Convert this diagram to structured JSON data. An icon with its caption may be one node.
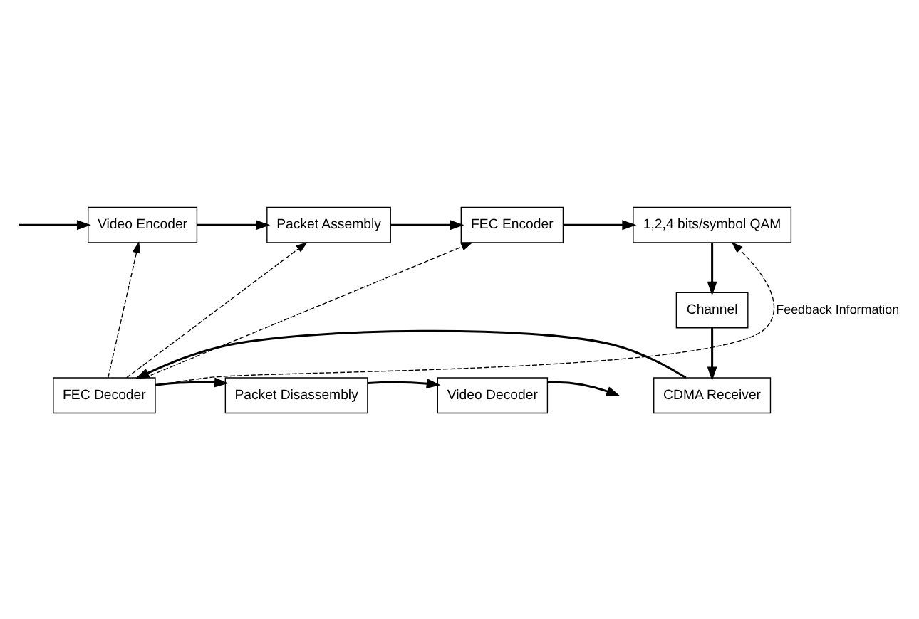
{
  "diagram": {
    "nodes": [
      {
        "text": [
          "Video Encoder"
        ]
      },
      {
        "text": [
          "Packet Assembly"
        ]
      },
      {
        "text": [
          "FEC Encoder"
        ]
      },
      {
        "text": [
          "1,2,4 bits/symbol QAM"
        ]
      },
      {
        "text": [
          "Channel"
        ]
      },
      {
        "text": [
          "CDMA Receiver"
        ]
      },
      {
        "text": [
          "FEC Decoder"
        ]
      },
      {
        "text": [
          "Packet Disassembly"
        ]
      },
      {
        "text": [
          "Video Decoder"
        ]
      }
    ],
    "edges": [
      {
        "from": null,
        "to": 0,
        "arrow": "to"
      },
      {
        "from": 0,
        "to": 1,
        "arrow": "to"
      },
      {
        "from": 1,
        "to": 2,
        "arrow": "to"
      },
      {
        "from": 2,
        "to": 3,
        "arrow": "to"
      },
      {
        "from": 3,
        "to": 4,
        "arrow": "to"
      },
      {
        "from": 4,
        "to": 5,
        "arrow": "to"
      },
      {
        "from": 5,
        "to": 6,
        "arrow": "to"
      },
      {
        "from": 6,
        "to": 7,
        "arrow": "to"
      },
      {
        "from": 7,
        "to": 8,
        "arrow": "to"
      },
      {
        "from": 8,
        "to": null,
        "arrow": "to"
      },
      {
        "from": 6,
        "to": 3,
        "arrow": "to",
        "style": "dashed",
        "label": "Feedback Information"
      },
      {
        "from": 6,
        "to": 2,
        "arrow": "to",
        "style": "dashed"
      },
      {
        "from": 6,
        "to": 1,
        "arrow": "to",
        "style": "dashed"
      },
      {
        "from": 6,
        "to": 0,
        "arrow": "to",
        "style": "dashed"
      }
    ]
  }
}
